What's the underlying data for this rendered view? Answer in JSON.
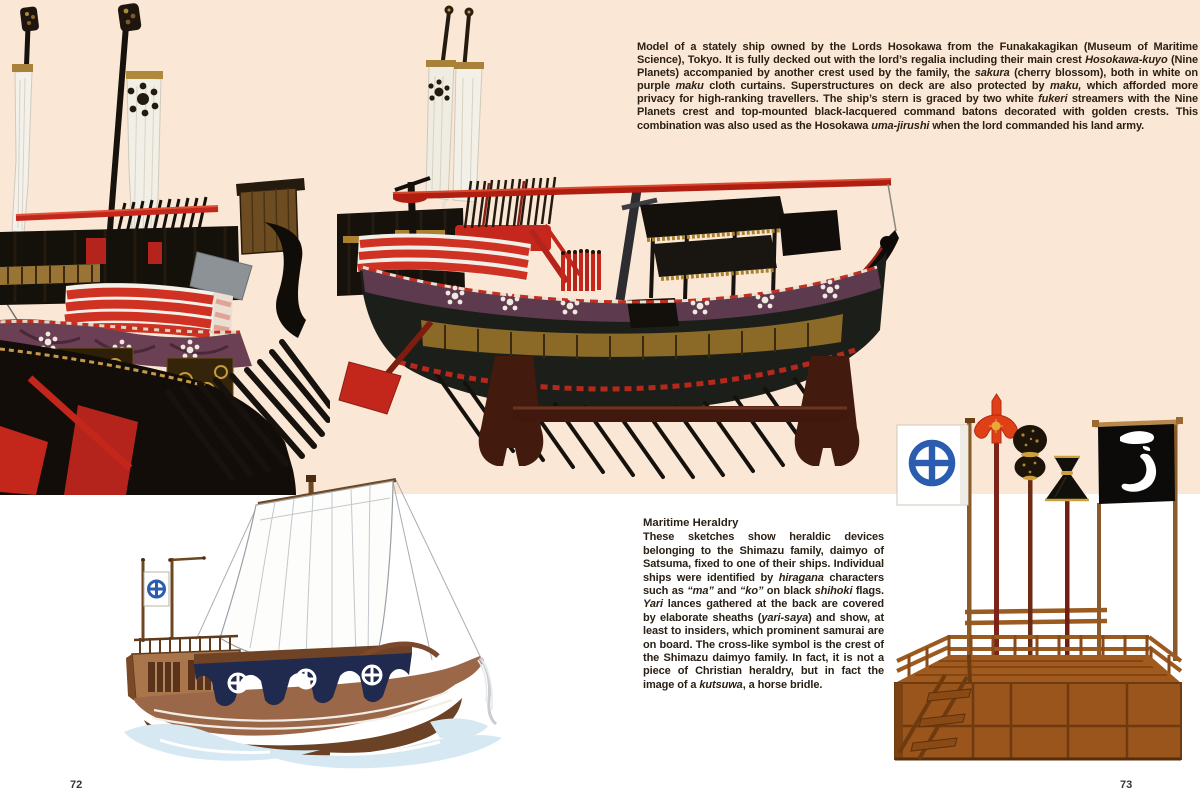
{
  "page": {
    "left_page_number": "72",
    "right_page_number": "73"
  },
  "caption": {
    "segments": [
      {
        "t": "Model of a stately ship owned by the Lords Hosokawa from the Funakakagikan (Museum of Maritime Science), Tokyo. It is fully decked out with the lord’s regalia including their main crest "
      },
      {
        "t": "Hosokawa-kuyo",
        "i": true
      },
      {
        "t": " (Nine Planets) accompanied by another crest used by the family, the "
      },
      {
        "t": "sakura",
        "i": true
      },
      {
        "t": " (cherry blossom), both in white on purple "
      },
      {
        "t": "maku",
        "i": true
      },
      {
        "t": " cloth curtains. Superstructures on deck are also protected by "
      },
      {
        "t": "maku,",
        "i": true
      },
      {
        "t": " which afforded more privacy for high-ranking travellers. The ship’s stern is graced by two white "
      },
      {
        "t": "fukeri",
        "i": true
      },
      {
        "t": " streamers with the Nine Planets crest and top-mounted black-lacquered command batons decorated with golden crests. This combination was also used as the Hosokawa "
      },
      {
        "t": "uma-jirushi",
        "i": true
      },
      {
        "t": " when the lord commanded his land army."
      }
    ]
  },
  "heraldry_section": {
    "title": "Maritime Heraldry",
    "segments": [
      {
        "t": "These sketches show heraldic devices belonging to the Shimazu family, daimyo of Satsuma, fixed to one of their ships. Individual ships were identified by "
      },
      {
        "t": "hiragana",
        "i": true
      },
      {
        "t": " characters such as "
      },
      {
        "t": "“ma”",
        "i": true
      },
      {
        "t": " and "
      },
      {
        "t": "“ko”",
        "i": true
      },
      {
        "t": " on black "
      },
      {
        "t": "shihoki",
        "i": true
      },
      {
        "t": " flags. "
      },
      {
        "t": "Yari",
        "i": true
      },
      {
        "t": " lances gathered at the back are covered by elaborate sheaths ("
      },
      {
        "t": "yari-saya",
        "i": true
      },
      {
        "t": ") and show, at least to insiders, which prominent samurai are on board. The cross-like symbol is the crest of the Shimazu daimyo family. In fact, it is not a piece of Christian heraldry, but in fact the image of a "
      },
      {
        "t": "kutsuwa",
        "i": true
      },
      {
        "t": ", a horse bridle."
      }
    ]
  },
  "figures": {
    "stern_photo": "hosokawa-ship-model-stern-photo",
    "side_photo": "hosokawa-ship-model-side-photo",
    "sailing_ship_drawing": "shimazu-ship-sketch",
    "heraldic_devices_drawing": "shimazu-heraldic-devices-sketch"
  },
  "icons": {
    "shimazu_kutsuwa_crest": "cross-in-circle",
    "nine_planets_crest": "center-dot-with-ring-of-dots",
    "black_flag_glyph": "hiragana-ko"
  },
  "colors": {
    "page_top_background": "#fbe7d5",
    "page_bottom_background": "#ffffff",
    "body_text": "#2a2014",
    "shimazu_blue": "#2a5cb0",
    "valance_navy": "#20294e",
    "standard_red": "#e04018",
    "stripe_red": "#cf3122",
    "maku_purple": "#5e3a4e",
    "gold": "#c9973c",
    "platform_wood": "#a05a1e",
    "lacquer_black": "#14100c"
  }
}
